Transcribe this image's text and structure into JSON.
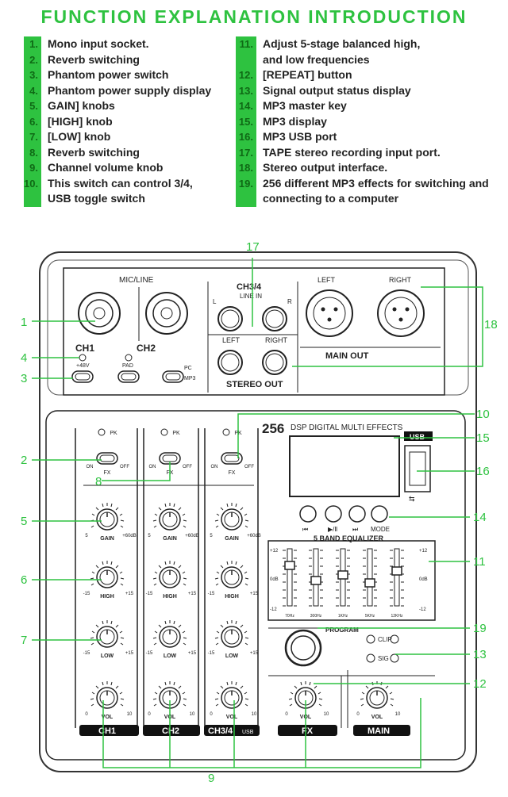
{
  "title": "FUNCTION EXPLANATION INTRODUCTION",
  "left_list": [
    {
      "num": "1.",
      "text": "Mono input socket."
    },
    {
      "num": "2.",
      "text": "Reverb switching"
    },
    {
      "num": "3.",
      "text": "Phantom power switch"
    },
    {
      "num": "4.",
      "text": "Phantom power supply display"
    },
    {
      "num": "5.",
      "text": "GAIN] knobs"
    },
    {
      "num": "6.",
      "text": "[HIGH] knob"
    },
    {
      "num": "7.",
      "text": "[LOW] knob"
    },
    {
      "num": "8.",
      "text": "Reverb switching"
    },
    {
      "num": "9.",
      "text": "Channel volume knob"
    },
    {
      "num": "10.",
      "text": "This switch can control 3/4,"
    },
    {
      "num": "",
      "text": "USB toggle switch"
    }
  ],
  "right_list": [
    {
      "num": "11.",
      "text": "Adjust 5-stage balanced high,"
    },
    {
      "num": "",
      "text": "and low frequencies"
    },
    {
      "num": "12.",
      "text": "[REPEAT] button"
    },
    {
      "num": "13.",
      "text": "Signal output status display"
    },
    {
      "num": "14.",
      "text": "MP3 master key"
    },
    {
      "num": "15.",
      "text": "MP3 display"
    },
    {
      "num": "16.",
      "text": "MP3 USB port"
    },
    {
      "num": "17.",
      "text": "TAPE stereo recording input port."
    },
    {
      "num": "18.",
      "text": "Stereo output interface."
    },
    {
      "num": "19.",
      "text": "256 different MP3 effects for switching and"
    },
    {
      "num": "",
      "text": "connecting to a computer"
    }
  ],
  "callouts": {
    "c1": "1",
    "c2": "2",
    "c3": "3",
    "c4": "4",
    "c5": "5",
    "c6": "6",
    "c7": "7",
    "c8": "8",
    "c9": "9",
    "c10": "10",
    "c11": "11",
    "c12": "12",
    "c13": "13",
    "c14": "14",
    "c15": "15",
    "c16": "16",
    "c17": "17",
    "c18": "18",
    "c19": "19"
  },
  "panel": {
    "mic_line": "MIC/LINE",
    "ch1": "CH1",
    "ch2": "CH2",
    "p48v": "+48V",
    "pad": "PAD",
    "pc": "PC",
    "mp3": "MP3",
    "ch34": "CH3/4",
    "line_in": "LINE IN",
    "l": "L",
    "r": "R",
    "left": "LEFT",
    "right": "RIGHT",
    "stereo_out": "STEREO OUT",
    "out_left": "LEFT",
    "out_right": "RIGHT",
    "main_out": "MAIN OUT",
    "pk": "PK",
    "on": "ON",
    "off": "OFF",
    "fx": "FX",
    "gain": "GAIN",
    "gain_max": "+60dB",
    "gain_min": "5",
    "high": "HIGH",
    "low": "LOW",
    "eq_min": "-15",
    "eq_max": "+15",
    "vol": "VOL",
    "vol_min": "0",
    "vol_max": "10",
    "strip_ch1": "CH1",
    "strip_ch2": "CH2",
    "strip_ch34": "CH3/4",
    "strip_usb": "USB",
    "dsp_num": "256",
    "dsp_title": "DSP DIGITAL MULTI EFFECTS",
    "usb": "USB",
    "mode": "MODE",
    "eq_title": "5 BAND EQUALIZER",
    "eq_plus": "+12",
    "eq_zero": "0dB",
    "eq_minus": "-12",
    "eq_freqs": [
      "70Hz",
      "300Hz",
      "1KHz",
      "5KHz",
      "12KHz"
    ],
    "program": "PROGRAM",
    "clip": "CLIP",
    "sig": "SIG",
    "strip_fx": "FX",
    "strip_main": "MAIN"
  }
}
